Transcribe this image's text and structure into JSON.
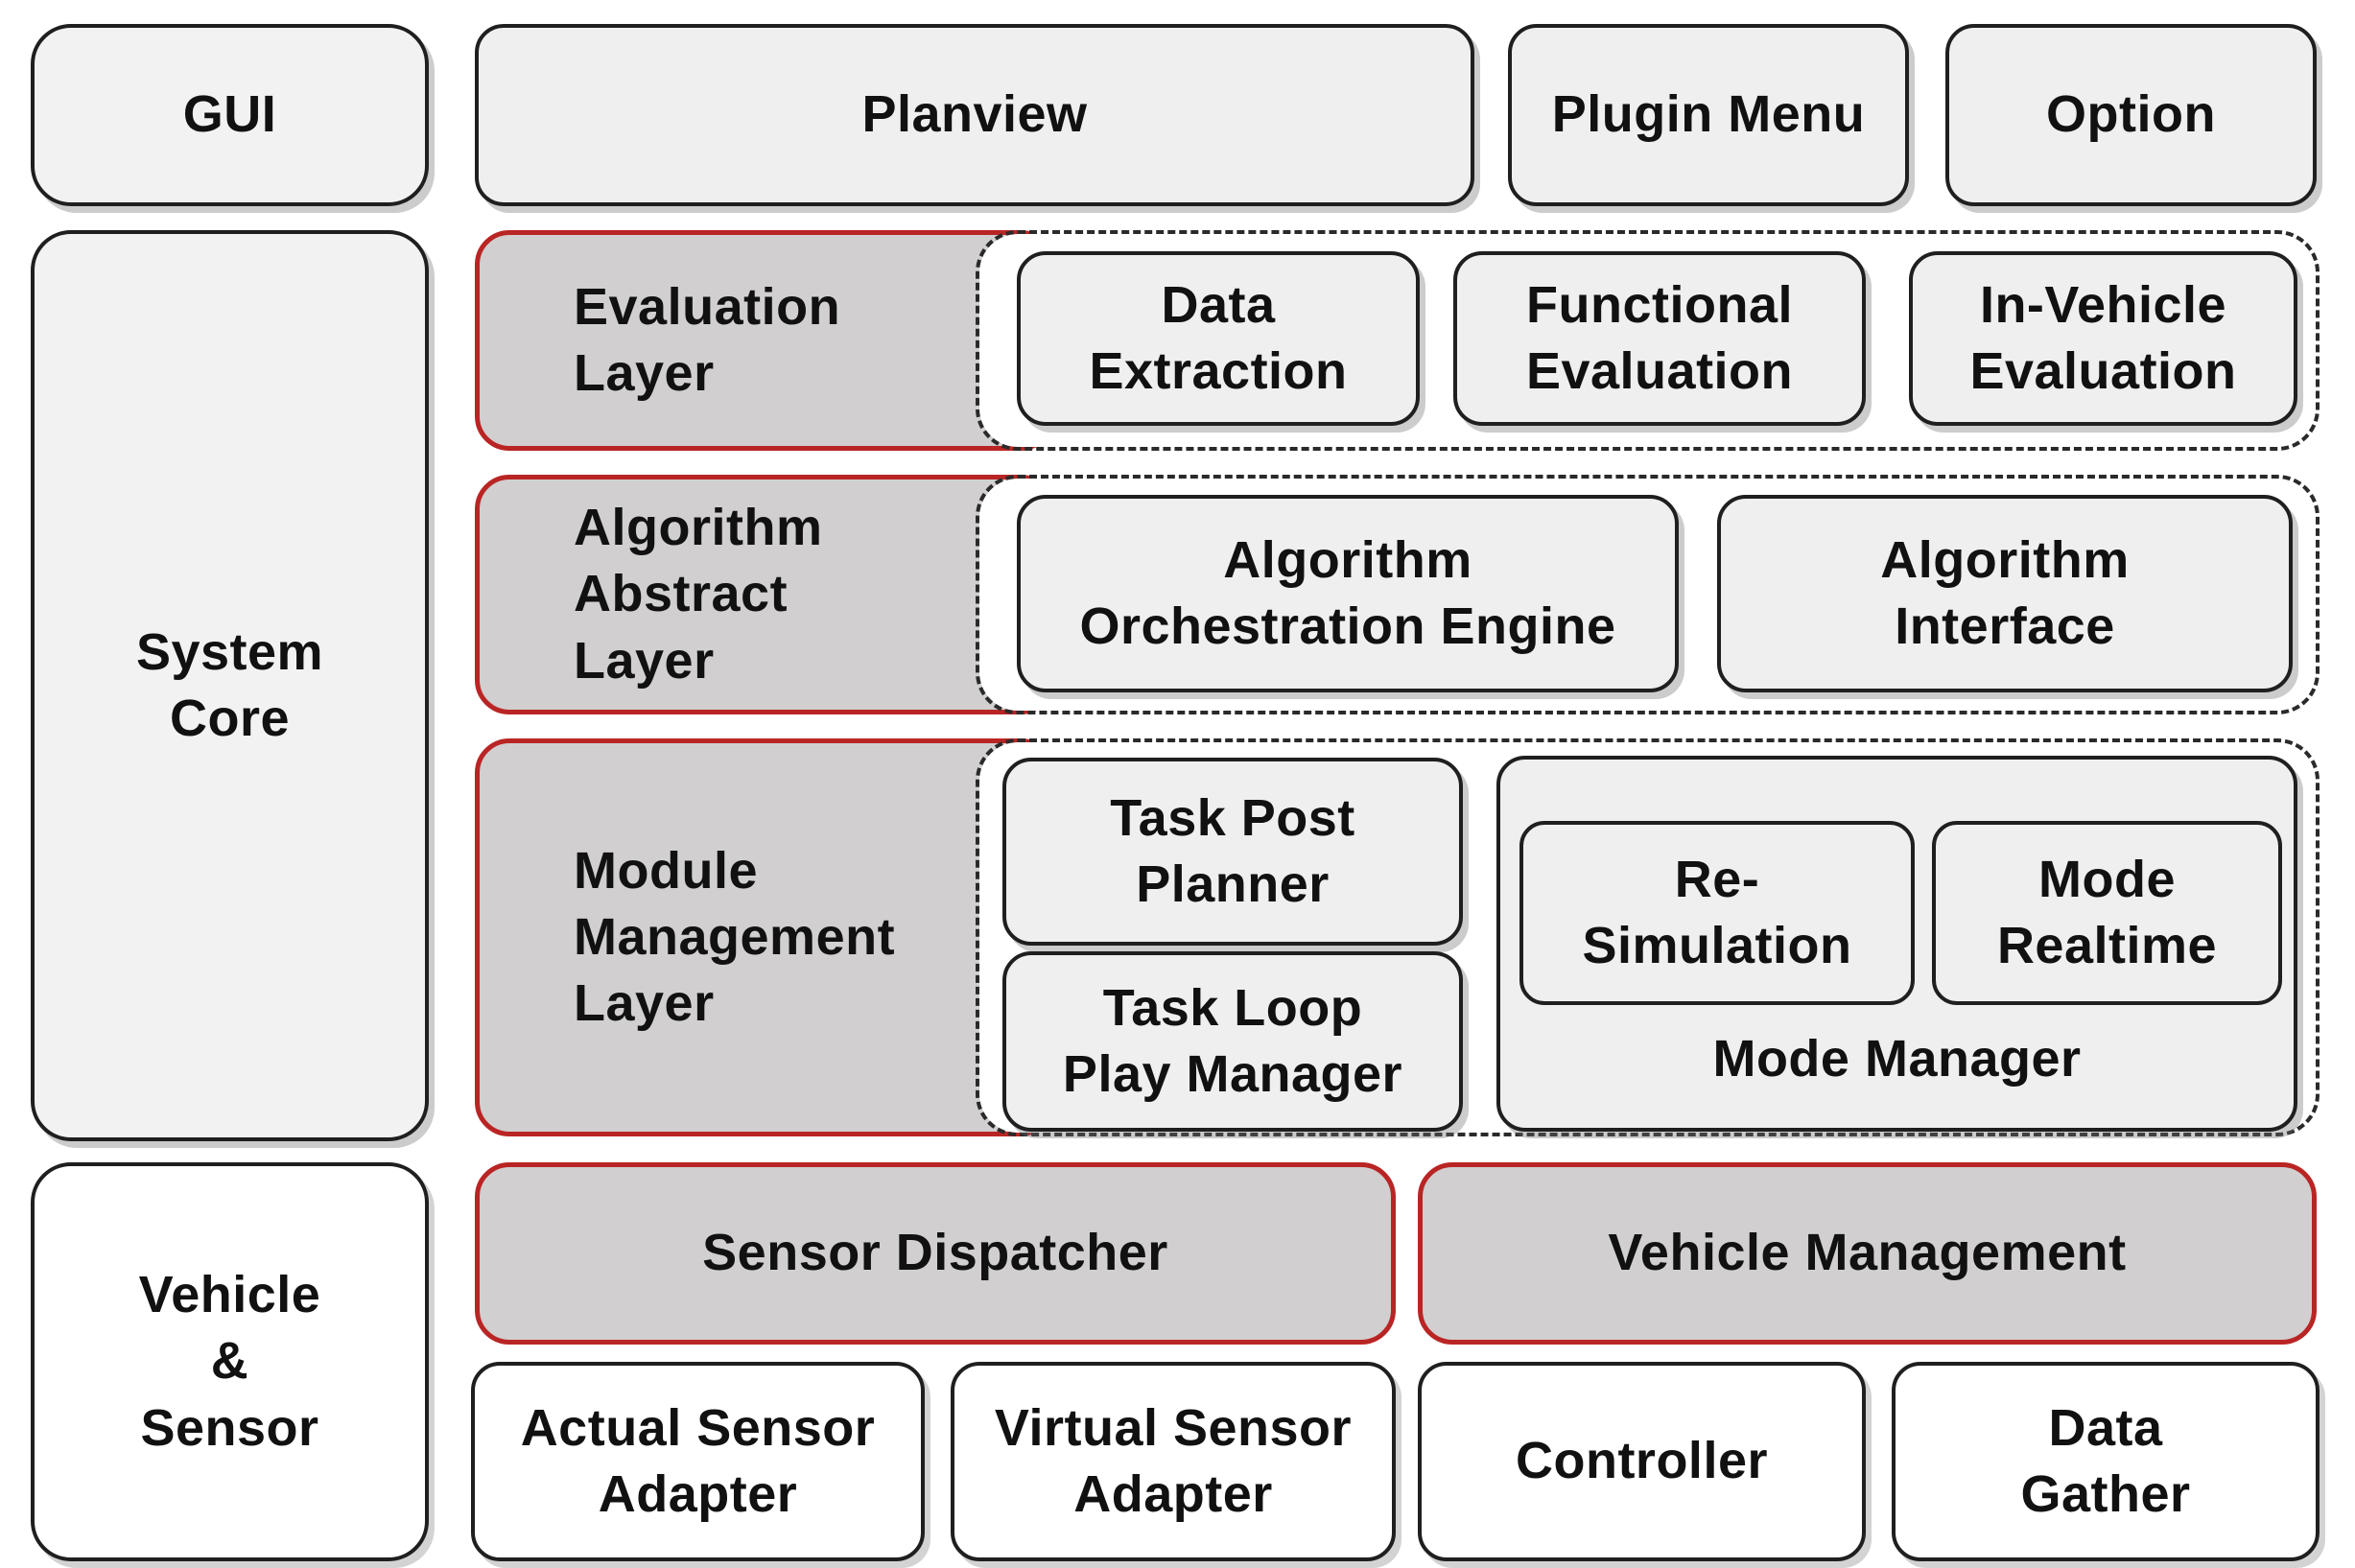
{
  "colors": {
    "red_border": "#b92524",
    "gray_fill": "#d1cfcf",
    "light_fill": "#f0efef",
    "white_fill": "#ffffff",
    "black_border": "#1f1f1f"
  },
  "left_column": {
    "gui": {
      "label": "GUI"
    },
    "system_core": {
      "label": "System\nCore"
    },
    "vehicle_sensor": {
      "label": "Vehicle\n&\nSensor"
    }
  },
  "top_row": {
    "planview": {
      "label": "Planview"
    },
    "plugin_menu": {
      "label": "Plugin Menu"
    },
    "option": {
      "label": "Option"
    }
  },
  "layers": {
    "evaluation": {
      "label": "Evaluation\nLayer",
      "children": {
        "data_extraction": "Data\nExtraction",
        "functional_evaluation": "Functional\nEvaluation",
        "in_vehicle_evaluation": "In-Vehicle\nEvaluation"
      }
    },
    "algorithm_abstract": {
      "label": "Algorithm\nAbstract\nLayer",
      "children": {
        "orchestration_engine": "Algorithm\nOrchestration Engine",
        "algorithm_interface": "Algorithm\nInterface"
      }
    },
    "module_management": {
      "label": "Module\nManagement\nLayer",
      "children": {
        "task_post_planner": "Task Post\nPlanner",
        "task_loop_play_manager": "Task Loop\nPlay Manager",
        "mode_manager": {
          "label": "Mode Manager",
          "children": {
            "re_simulation": "Re-\nSimulation",
            "mode_realtime": "Mode\nRealtime"
          }
        }
      }
    }
  },
  "vehicle_sensor_section": {
    "sensor_dispatcher": "Sensor Dispatcher",
    "vehicle_management": "Vehicle Management",
    "actual_sensor_adapter": "Actual Sensor\nAdapter",
    "virtual_sensor_adapter": "Virtual Sensor\nAdapter",
    "controller": "Controller",
    "data_gather": "Data\nGather"
  }
}
